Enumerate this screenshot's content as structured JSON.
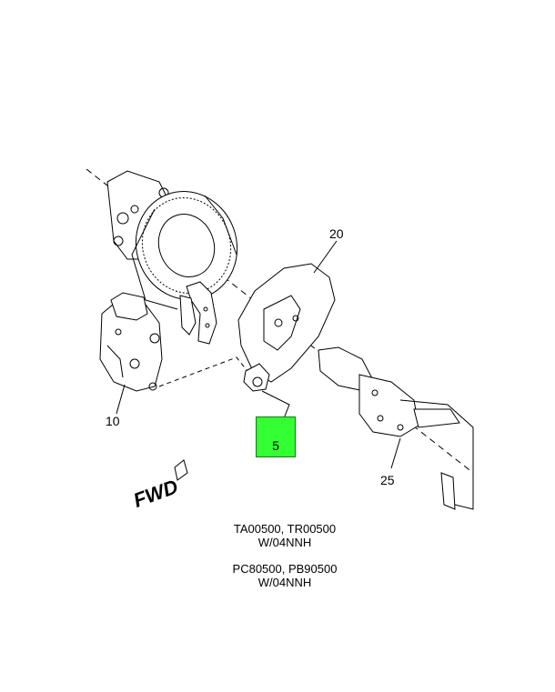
{
  "callouts": {
    "c5": "5",
    "c10": "10",
    "c20": "20",
    "c25": "25"
  },
  "fwd_label": "FWD",
  "captions": [
    {
      "line1": "TA00500, TR00500",
      "line2": "W/04NNH"
    },
    {
      "line1": "PC80500, PB90500",
      "line2": "W/04NNH"
    }
  ],
  "colors": {
    "highlight": "#33ff33",
    "ink": "#000000"
  }
}
